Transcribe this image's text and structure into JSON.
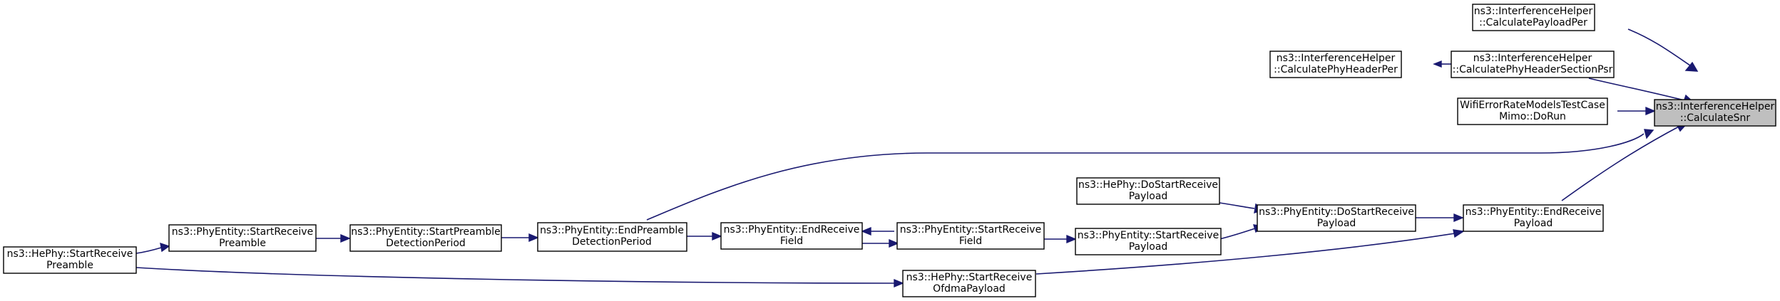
{
  "nodes": {
    "calculate_snr": {
      "line1": "ns3::InterferenceHelper",
      "line2": "::CalculateSnr"
    },
    "calculate_payload_per": {
      "line1": "ns3::InterferenceHelper",
      "line2": "::CalculatePayloadPer"
    },
    "calculate_phy_header_section_psr": {
      "line1": "ns3::InterferenceHelper",
      "line2": "::CalculatePhyHeaderSectionPsr"
    },
    "calculate_phy_header_per": {
      "line1": "ns3::InterferenceHelper",
      "line2": "::CalculatePhyHeaderPer"
    },
    "wifi_error_rate_do_run": {
      "line1": "WifiErrorRateModelsTestCase",
      "line2": "Mimo::DoRun"
    },
    "end_receive_payload": {
      "line1": "ns3::PhyEntity::EndReceive",
      "line2": "Payload"
    },
    "do_start_receive_payload": {
      "line1": "ns3::PhyEntity::DoStartReceive",
      "line2": "Payload"
    },
    "hephy_do_start_receive_payload": {
      "line1": "ns3::HePhy::DoStartReceive",
      "line2": "Payload"
    },
    "start_receive_payload": {
      "line1": "ns3::PhyEntity::StartReceive",
      "line2": "Payload"
    },
    "start_receive_field": {
      "line1": "ns3::PhyEntity::StartReceive",
      "line2": "Field"
    },
    "end_receive_field": {
      "line1": "ns3::PhyEntity::EndReceive",
      "line2": "Field"
    },
    "end_preamble_detection_period": {
      "line1": "ns3::PhyEntity::EndPreamble",
      "line2": "DetectionPeriod"
    },
    "start_preamble_detection_period": {
      "line1": "ns3::PhyEntity::StartPreamble",
      "line2": "DetectionPeriod"
    },
    "phyentity_start_receive_preamble": {
      "line1": "ns3::PhyEntity::StartReceive",
      "line2": "Preamble"
    },
    "hephy_start_receive_preamble": {
      "line1": "ns3::HePhy::StartReceive",
      "line2": "Preamble"
    },
    "hephy_start_receive_ofdma_payload": {
      "line1": "ns3::HePhy::StartReceive",
      "line2": "OfdmaPayload"
    }
  }
}
